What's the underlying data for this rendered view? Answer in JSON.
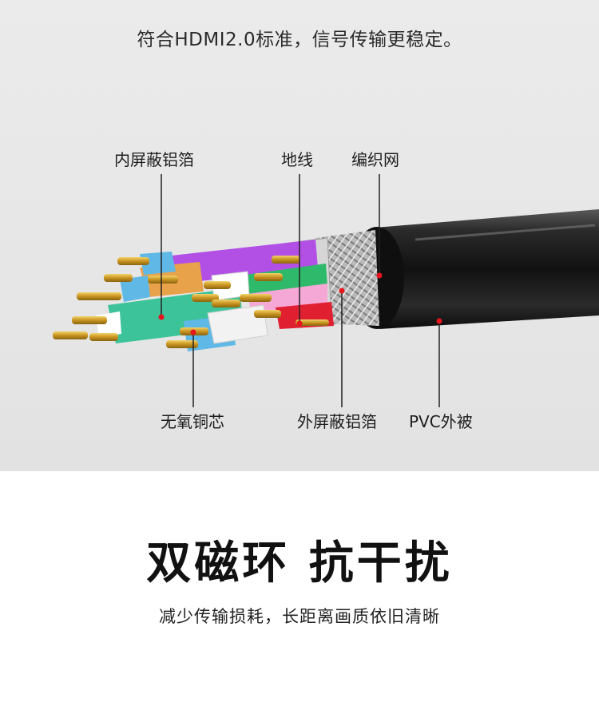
{
  "header": {
    "headline": "符合HDMI2.0标准，信号传输更稳定。"
  },
  "labels": {
    "inner_shield": "内屏蔽铝箔",
    "ground_wire": "地线",
    "braid_mesh": "编织网",
    "copper_core": "无氧铜芯",
    "outer_shield": "外屏蔽铝箔",
    "pvc_jacket": "PVC外被"
  },
  "footer": {
    "title": "双磁环 抗干扰",
    "subtitle": "减少传输损耗，长距离画质依旧清晰"
  },
  "colors": {
    "pin_red": "#e8141e",
    "wire_purple": "#b250e6",
    "wire_green": "#2fb96a",
    "wire_teal": "#3cc39a",
    "wire_pink": "#f5a8d6",
    "wire_red": "#e02030",
    "wire_blue": "#5fb8e6",
    "wire_orange": "#e8a24a",
    "gold": "#d4a52a",
    "jacket": "#1b1b1b"
  }
}
